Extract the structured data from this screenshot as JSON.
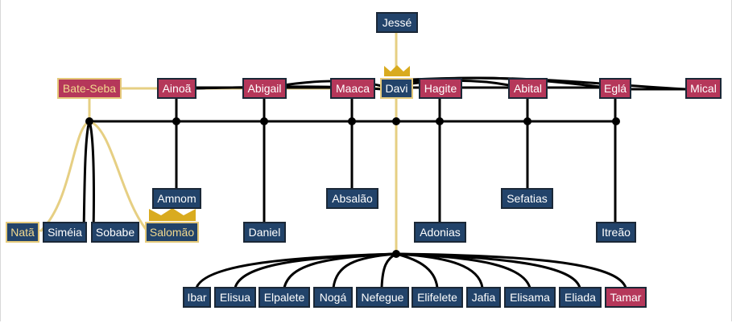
{
  "colors": {
    "male": "#22436a",
    "female": "#b5375a",
    "line": "#000000",
    "lineage": "#e6cf83",
    "crown": "#d9ab1f"
  },
  "people": {
    "jesse": "Jessé",
    "batesheba": "Bate-Seba",
    "ainoa": "Ainoã",
    "abigail": "Abigail",
    "maaca": "Maaca",
    "davi": "Davi",
    "hagite": "Hagite",
    "abital": "Abital",
    "egla": "Eglá",
    "mical": "Mical",
    "amnom": "Amnom",
    "absalao": "Absalão",
    "sefatias": "Sefatias",
    "nata": "Natã",
    "simeia": "Siméia",
    "sobabe": "Sobabe",
    "salomao": "Salomão",
    "daniel": "Daniel",
    "adonias": "Adonias",
    "itreao": "Itreão",
    "ibar": "Ibar",
    "elisua": "Elisua",
    "elpalete": "Elpalete",
    "noga": "Nogá",
    "nefegue": "Nefegue",
    "elifelete": "Elifelete",
    "jafia": "Jafia",
    "elisama": "Elisama",
    "eliada": "Eliada",
    "tamar": "Tamar"
  }
}
